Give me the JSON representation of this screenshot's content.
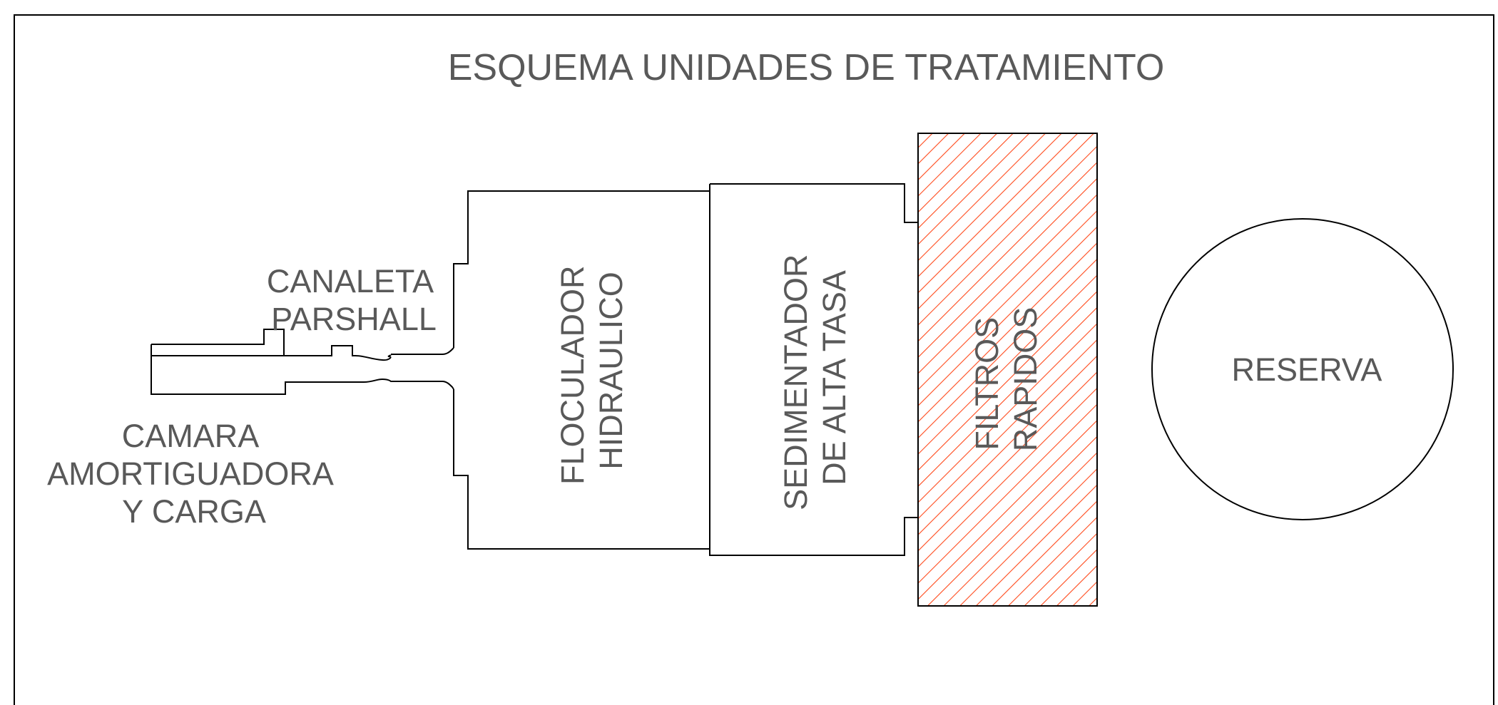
{
  "title": "ESQUEMA UNIDADES DE TRATAMIENTO",
  "units": {
    "camara": {
      "lines": [
        "CAMARA",
        "AMORTIGUADORA",
        "Y CARGA"
      ]
    },
    "canaleta": {
      "lines": [
        "CANALETA",
        "PARSHALL"
      ]
    },
    "floculador": {
      "lines": [
        "FLOCULADOR",
        "HIDRAULICO"
      ]
    },
    "sedimentador": {
      "lines": [
        "SEDIMENTADOR",
        "DE ALTA TASA"
      ]
    },
    "filtros": {
      "lines": [
        "FILTROS",
        "RAPIDOS"
      ],
      "hatch_color": "#ff4a1c"
    },
    "reserva": {
      "lines": [
        "RESERVA"
      ]
    }
  },
  "colors": {
    "text": "#595959",
    "line": "#000000",
    "hatch": "#ff4a1c"
  }
}
